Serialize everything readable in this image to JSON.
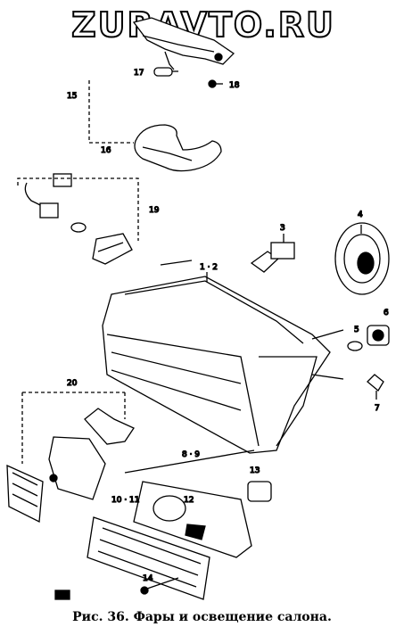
{
  "watermark": "ZURAVTO.RU",
  "caption": "Рис. 36. Фары и освещение салона.",
  "callouts": [
    "17",
    "18",
    "15",
    "16",
    "19",
    "3",
    "4",
    "1 · 2",
    "5",
    "6",
    "7",
    "20",
    "8 · 9",
    "13",
    "10 · 11",
    "12",
    "14"
  ]
}
